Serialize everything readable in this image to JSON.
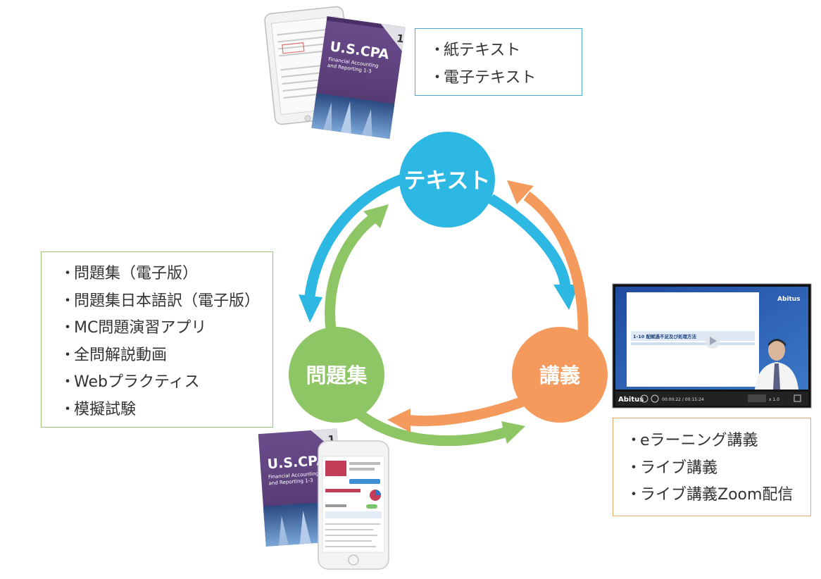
{
  "nodes": {
    "text": {
      "label": "テキスト",
      "color": "#2db7e3"
    },
    "questions": {
      "label": "問題集",
      "color": "#8ec565"
    },
    "lecture": {
      "label": "講義",
      "color": "#f39a5c"
    }
  },
  "text_box": {
    "items": [
      "紙テキスト",
      "電子テキスト"
    ]
  },
  "question_box": {
    "items": [
      "問題集（電子版）",
      "問題集日本語訳（電子版）",
      "MC問題演習アプリ",
      "全問解説動画",
      "Webプラクティス",
      "模擬試験"
    ]
  },
  "lecture_box": {
    "items": [
      "eラーニング講義",
      "ライブ講義",
      "ライブ講義Zoom配信"
    ]
  },
  "book": {
    "title": "U.S.CPA",
    "subtitle_line1": "Financial Accounting",
    "subtitle_line2": "and Reporting 1-3",
    "number": "1"
  },
  "video": {
    "brand": "Abitus",
    "slide_heading": "1-10 配賦過不足及び処理方法",
    "time": "00:00:22 / 00:15:24",
    "speed": "x 1.0"
  },
  "colors": {
    "blue": "#2db7e3",
    "green": "#8ec565",
    "orange": "#f39a5c",
    "book_purple": "#5b3f79"
  }
}
